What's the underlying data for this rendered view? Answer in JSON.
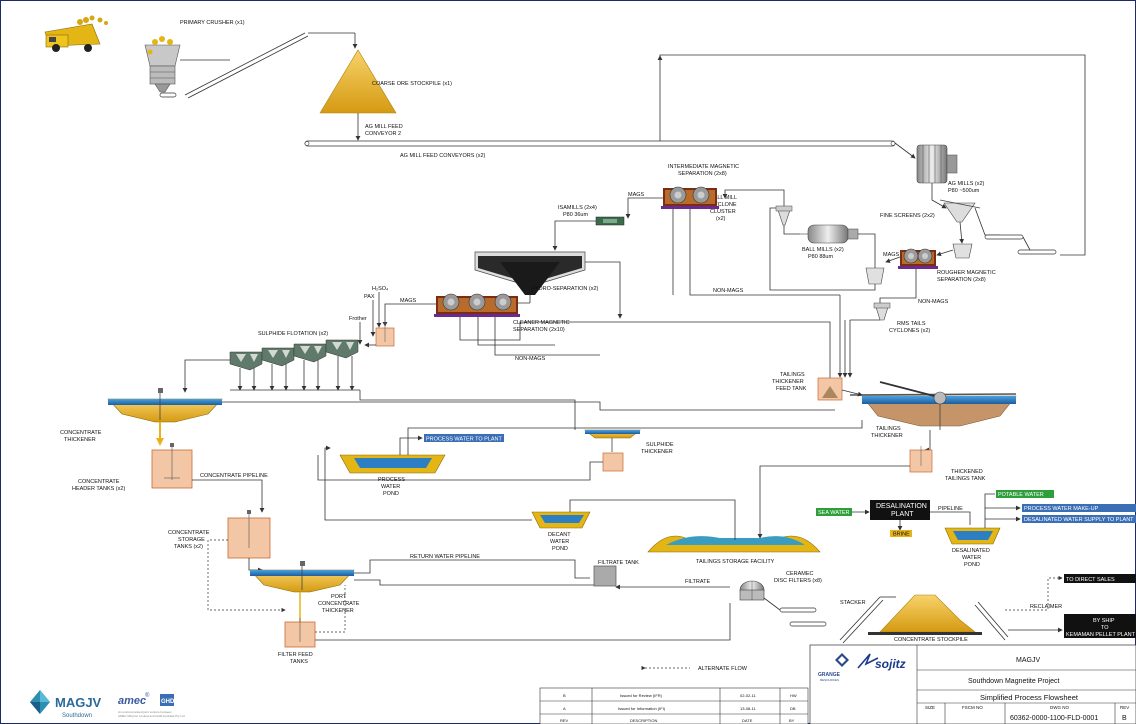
{
  "labels": {
    "primary_crusher": "PRIMARY CRUSHER (x1)",
    "coarse_ore_stockpile": "COARSE ORE STOCKPILE (x1)",
    "ag_mill_feed_conveyor_1": "AG MILL FEED",
    "ag_mill_feed_conveyor_2": "CONVEYOR 2",
    "ag_mill_feed_conveyors": "AG MILL FEED CONVEYORS (x2)",
    "ims_1": "INTERMEDIATE MAGNETIC",
    "ims_2": "SEPARATION (2x8)",
    "ag_mills_1": "AG MILLS (x2)",
    "ag_mills_2": "P80 ~500um",
    "mags_1": "MAGS",
    "isamills_1": "ISAMILLS (2x4)",
    "isamills_2": "P80 36um",
    "ball_mill_cyclone_1": "BALL MILL",
    "ball_mill_cyclone_2": "CYCLONE",
    "ball_mill_cyclone_3": "CLUSTER",
    "ball_mill_cyclone_4": "(x2)",
    "fine_screens": "FINE SCREENS (2x2)",
    "ball_mills_1": "BALL MILLS (x2)",
    "ball_mills_2": "P80 88um",
    "mags_2": "MAGS",
    "rms_1": "ROUGHER MAGNETIC",
    "rms_2": "SEPARATION (2x8)",
    "hydro_separation": "HYDRO-SEPARATION (x2)",
    "non_mags_1": "NON-MAGS",
    "non_mags_2": "NON-MAGS",
    "non_mags_3": "NON-MAGS",
    "h2so4": "H₂SO₄",
    "pax": "PAX",
    "frother": "Frother",
    "mags_3": "MAGS",
    "sulphide_flotation": "SULPHIDE FLOTATION (x2)",
    "cms_1": "CLEANER MAGNETIC",
    "cms_2": "SEPARATION (2x10)",
    "rms_tails_1": "RMS TAILS",
    "rms_tails_2": "CYCLONES (x2)",
    "tt_feed_1": "TAILINGS",
    "tt_feed_2": "THICKENER",
    "tt_feed_3": "FEED TANK",
    "conc_thickener_1": "CONCENTRATE",
    "conc_thickener_2": "THICKENER",
    "tailings_thickener_1": "TAILINGS",
    "tailings_thickener_2": "THICKENER",
    "process_water_to_plant": "PROCESS WATER TO PLANT",
    "sulphide_thickener_1": "SULPHIDE",
    "sulphide_thickener_2": "THICKENER",
    "conc_header_1": "CONCENTRATE",
    "conc_header_2": "HEADER TANKS (x2)",
    "conc_pipeline": "CONCENTRATE PIPELINE",
    "process_water_pond_1": "PROCESS",
    "process_water_pond_2": "WATER",
    "process_water_pond_3": "POND",
    "thickened_tailings_1": "THICKENED",
    "thickened_tailings_2": "TAILINGS TANK",
    "potable_water": "POTABLE WATER",
    "sea_water": "SEA WATER",
    "desal_plant_1": "DESALINATION",
    "desal_plant_2": "PLANT",
    "pipeline": "PIPELINE",
    "process_water_makeup": "PROCESS WATER MAKE-UP",
    "desal_supply": "DESALINATED WATER SUPPLY TO PLANT",
    "brine": "BRINE",
    "desal_pond_1": "DESALINATED",
    "desal_pond_2": "WATER",
    "desal_pond_3": "POND",
    "conc_storage_1": "CONCENTRATE",
    "conc_storage_2": "STORAGE",
    "conc_storage_3": "TANKS (x2)",
    "decant_1": "DECANT",
    "decant_2": "WATER",
    "decant_3": "POND",
    "return_water": "RETURN WATER PIPELINE",
    "filtrate_tank": "FILTRATE TANK",
    "tsf": "TAILINGS STORAGE FACILITY",
    "ceramic_1": "CERAMEC",
    "ceramic_2": "DISC FILTERS (x8)",
    "filtrate": "FILTRATE",
    "to_direct_sales": "TO DIRECT SALES",
    "port_thickener_1": "PORT",
    "port_thickener_2": "CONCENTRATE",
    "port_thickener_3": "THICKENER",
    "stacker": "STACKER",
    "reclaimer": "RECLAIMER",
    "by_ship_1": "BY SHIP",
    "by_ship_2": "TO",
    "by_ship_3": "KEMAMAN PELLET PLANT",
    "filter_feed_1": "FILTER FEED",
    "filter_feed_2": "TANKS",
    "conc_stockpile": "CONCENTRATE STOCKPILE",
    "alternate_flow": "ALTERNATE FLOW"
  },
  "logos": {
    "magjv": "MAGJV",
    "magjv_sub": "Southdown",
    "amec": "amec",
    "amec_sup": "®",
    "ghd": "GHD",
    "fine_print_1": "An unincorporated joint venture between",
    "fine_print_2": "AMEC Minproc Limited and GHD Australia Pty Ltd",
    "grange": "GRANGE",
    "grange_sub": "RESOURCES",
    "sojitz": "sojitz"
  },
  "revisions": [
    {
      "rev": "B",
      "desc": "Issued for Review (IFR)",
      "date": "02-02-11",
      "by": "HW"
    },
    {
      "rev": "A",
      "desc": "Issued for Information (IFI)",
      "date": "13-08-11",
      "by": "DB"
    },
    {
      "rev": "REV",
      "desc": "DESCRIPTION",
      "date": "DATE",
      "by": "BY"
    }
  ],
  "title_block": {
    "client": "MAGJV",
    "project": "Southdown Magnetite Project",
    "drawing_title": "Simplified Process Flowsheet",
    "size_hdr": "SIZE",
    "fscm_hdr": "FSCM NO",
    "dwg_hdr": "DWG NO",
    "rev_hdr": "REV",
    "dwg_no": "60362-0000-1100-FLD-0001",
    "rev": "B"
  },
  "colors": {
    "frame": "#1a2a6b",
    "water": "#2c7fc2",
    "slurry": "#e9b21a",
    "tank_fill": "#f3c7a6",
    "tank_stroke": "#c86a33",
    "magsep": "#7a2d12",
    "tag_blue": "#3a6fb5",
    "tag_green": "#2e9e3a",
    "black": "#111111"
  }
}
